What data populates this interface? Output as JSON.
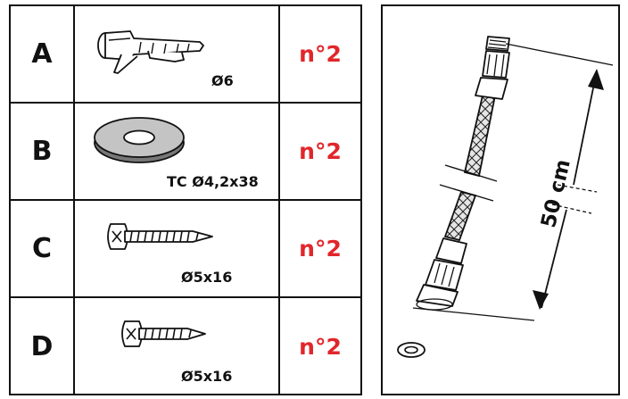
{
  "parts": [
    {
      "letter": "A",
      "size": "Ø6",
      "quantity": "n°2"
    },
    {
      "letter": "B",
      "size": "TC Ø4,2x38",
      "quantity": "n°2"
    },
    {
      "letter": "C",
      "size": "Ø5x16",
      "quantity": "n°2"
    },
    {
      "letter": "D",
      "size": "Ø5x16",
      "quantity": "n°2"
    }
  ],
  "hose": {
    "length_label": "50 cm"
  },
  "colors": {
    "quantity": "#e1262b",
    "line": "#111111"
  }
}
